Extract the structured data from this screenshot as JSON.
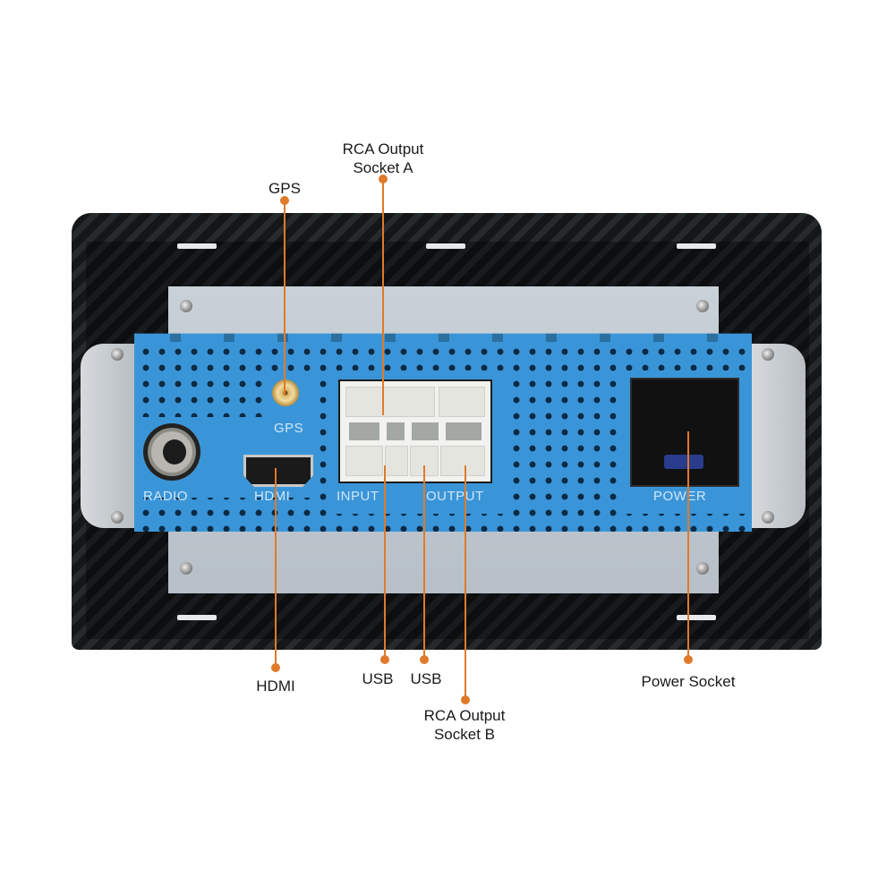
{
  "device": {
    "description": "Rear panel of car head unit with labeled connectors",
    "accent_color": "#e07a2a",
    "heatsink_color": "#3a95d8",
    "panel_labels": {
      "radio": "RADIO",
      "gps": "GPS",
      "hdmi": "HDMI",
      "input": "INPUT",
      "output": "OUTPUT",
      "power": "POWER"
    }
  },
  "callouts": {
    "top": [
      {
        "label": "GPS"
      },
      {
        "label_line1": "RCA Output",
        "label_line2": "Socket A"
      }
    ],
    "bottom": [
      {
        "label": "HDMI"
      },
      {
        "label": "USB"
      },
      {
        "label": "USB"
      },
      {
        "label_line1": "RCA Output",
        "label_line2": "Socket B"
      },
      {
        "label": "Power Socket"
      }
    ]
  }
}
